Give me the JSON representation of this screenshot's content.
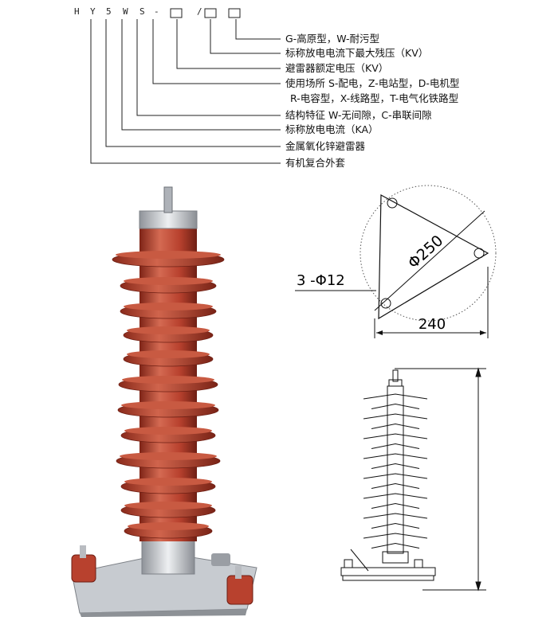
{
  "model_code": {
    "chars": [
      "H",
      "Y",
      "5",
      "W",
      "S",
      "-",
      "/"
    ],
    "boxes": 3
  },
  "legend": [
    "G-高原型，W-耐污型",
    "标称放电电流下最大残压（KV）",
    "避雷器额定电压（KV）",
    "使用场所 S-配电，Z-电站型，D-电机型",
    "R-电容型，X-线路型，T-电气化铁路型",
    "结构特征 W-无间隙，C-串联间隙",
    "标称放电电流（KA）",
    "金属氧化锌避雷器",
    "有机复合外套"
  ],
  "base_drawing": {
    "diameter_label": "Φ250",
    "holes_label": "3 -Φ12",
    "width_label": "240"
  },
  "colors": {
    "porcelain": "#b8412e",
    "porcelain_dark": "#7e2417",
    "porcelain_light": "#d46a52",
    "metal": "#c9ccd0",
    "line": "#111111"
  }
}
